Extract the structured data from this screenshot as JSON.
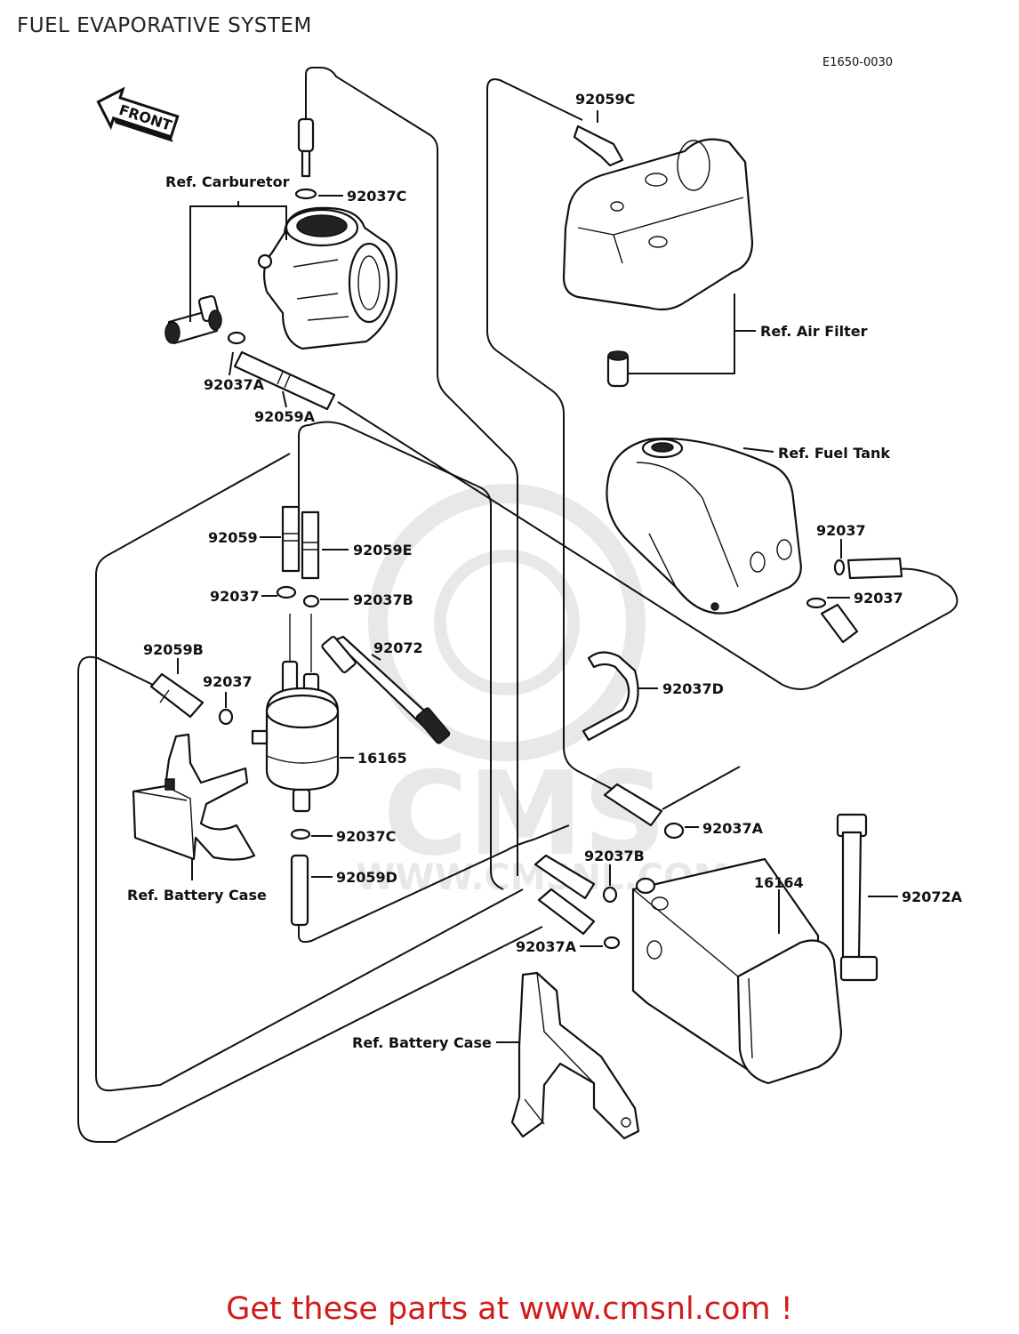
{
  "title": "FUEL EVAPORATIVE SYSTEM",
  "diagram_code": "E1650-0030",
  "front_label": "FRONT",
  "labels": {
    "ref_carburetor": "Ref. Carburetor",
    "p92037C_top": "92037C",
    "p92059C": "92059C",
    "ref_air_filter": "Ref. Air Filter",
    "p92037A_top": "92037A",
    "p92059A": "92059A",
    "ref_fuel_tank": "Ref. Fuel Tank",
    "p92037_tank1": "92037",
    "p92037_tank2": "92037",
    "p92059": "92059",
    "p92059E": "92059E",
    "p92037_left": "92037",
    "p92037B_mid": "92037B",
    "p92072": "92072",
    "p92059B": "92059B",
    "p92037_clamp": "92037",
    "p92037D": "92037D",
    "p16165": "16165",
    "p92037C_low": "92037C",
    "ref_battery_case_left": "Ref. Battery Case",
    "p92059D": "92059D",
    "p92037A_right": "92037A",
    "p92037B_low": "92037B",
    "p16164": "16164",
    "p92072A": "92072A",
    "p92037A_low": "92037A",
    "ref_battery_case_bottom": "Ref. Battery Case"
  },
  "watermark": "WWW.CMSNL.COM",
  "footer": "Get these parts at www.cmsnl.com !",
  "colors": {
    "footer": "#d21b1b",
    "line": "#111111"
  }
}
